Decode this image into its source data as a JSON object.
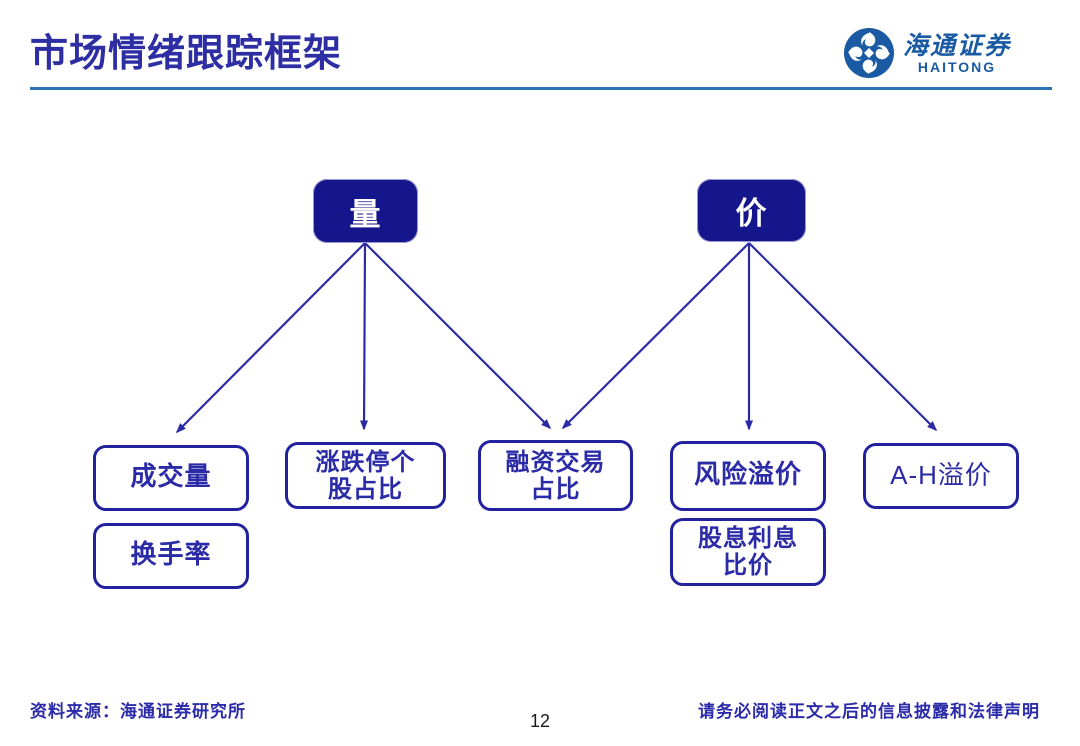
{
  "page": {
    "title": "市场情绪跟踪框架",
    "page_number": "12",
    "footer_left": "资料来源：海通证券研究所",
    "footer_right": "请务必阅读正文之后的信息披露和法律声明"
  },
  "logo": {
    "company_cn": "海通证券",
    "company_en": "HAITONG",
    "color": "#1a5aa2"
  },
  "colors": {
    "title_text": "#2d2da4",
    "header_rule": "#2e74b5",
    "root_node_fill": "#15158c",
    "root_node_text": "#ffffff",
    "leaf_border": "#22229e",
    "leaf_text": "#2b2ba8",
    "arrow": "#2b2ba5",
    "page_number_text": "#1a1a1a"
  },
  "diagram": {
    "roots": [
      {
        "id": "volume",
        "label": "量"
      },
      {
        "id": "price",
        "label": "价"
      }
    ],
    "leaves": [
      {
        "id": "chengjiaoliang",
        "label": "成交量",
        "parents": [
          "volume"
        ]
      },
      {
        "id": "huanshoulv",
        "label": "换手率",
        "parents": [
          "volume"
        ]
      },
      {
        "id": "zhangdieting",
        "label": "涨跌停个股占比",
        "lines": [
          "涨跌停个",
          "股占比"
        ],
        "parents": [
          "volume"
        ]
      },
      {
        "id": "rongzi",
        "label": "融资交易占比",
        "lines": [
          "融资交易",
          "占比"
        ],
        "parents": [
          "volume",
          "price"
        ]
      },
      {
        "id": "fengxian",
        "label": "风险溢价",
        "parents": [
          "price"
        ]
      },
      {
        "id": "guxi",
        "label": "股息利息比价",
        "lines": [
          "股息利息",
          "比价"
        ],
        "parents": [
          "price"
        ]
      },
      {
        "id": "ah",
        "label": "A-H溢价",
        "parents": [
          "price"
        ]
      }
    ]
  }
}
